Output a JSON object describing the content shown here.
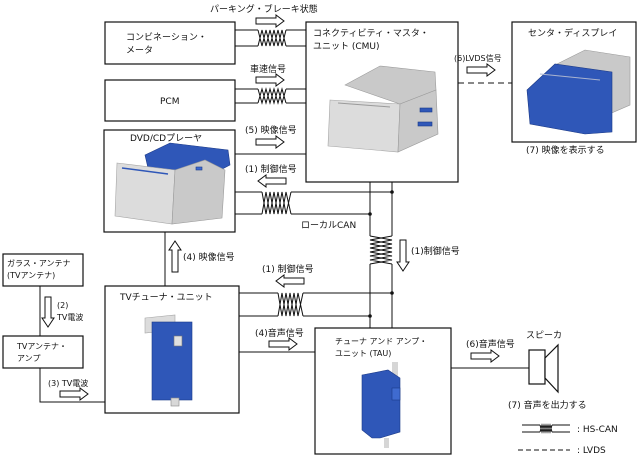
{
  "diagram": {
    "nodes": {
      "combination_meter": {
        "label_line1": "コンビネーション・",
        "label_line2": "メータ"
      },
      "pcm": {
        "label": "PCM"
      },
      "dvd_player": {
        "label": "DVD/CDプレーヤ"
      },
      "cmu": {
        "label_line1": "コネクティビティ・マスタ・",
        "label_line2": "ユニット (CMU)"
      },
      "center_display": {
        "label": "センタ・ディスプレイ",
        "caption": "(7) 映像を表示する"
      },
      "glass_antenna": {
        "label_line1": "ガラス・アンテナ",
        "label_line2": "(TVアンテナ)"
      },
      "tv_antenna_amp": {
        "label_line1": "TVアンテナ・",
        "label_line2": "アンプ"
      },
      "tv_tuner": {
        "label": "TVチューナ・ユニット"
      },
      "tau": {
        "label_line1": "チューナ アンド アンプ・",
        "label_line2": "ユニット (TAU)"
      },
      "speaker": {
        "label": "スピーカ",
        "caption": "(7) 音声を出力する"
      }
    },
    "signals": {
      "parking_brake": "パーキング・ブレーキ状態",
      "vehicle_speed": "車速信号",
      "video_5": "(5) 映像信号",
      "control_1_dvd": "(1) 制御信号",
      "local_can": "ローカルCAN",
      "control_1_vertical": "(1)制御信号",
      "control_1_tuner": "(1) 制御信号",
      "video_4": "(4) 映像信号",
      "audio_4": "(4)音声信号",
      "lvds_6": "(6)LVDS信号",
      "audio_6": "(6)音声信号",
      "tv_wave_2_num": "(2)",
      "tv_wave_2": "TV電波",
      "tv_wave_3": "(3) TV電波"
    },
    "legend": {
      "hs_can": ": HS-CAN",
      "lvds": ": LVDS"
    }
  }
}
